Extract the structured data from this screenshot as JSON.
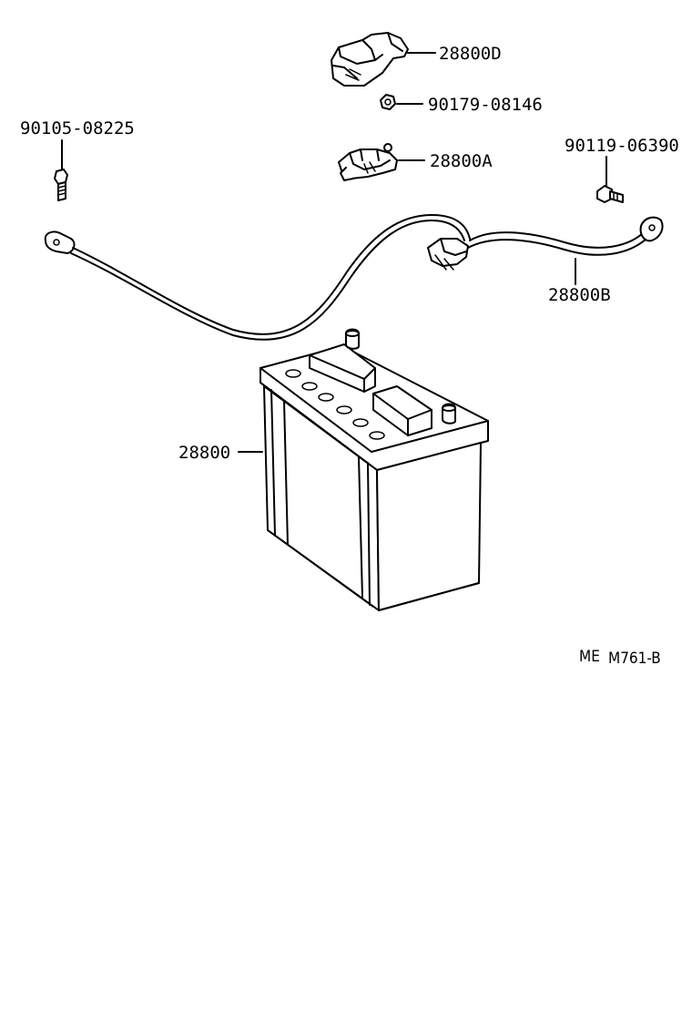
{
  "diagram": {
    "labels": {
      "cover": "28800D",
      "nut": "90179-08146",
      "bolt_left": "90105-08225",
      "clamp": "28800A",
      "bolt_right": "90119-06390",
      "cable": "28800B",
      "battery": "28800",
      "ref_prefix": "ME",
      "ref_code": "M761-B"
    },
    "icons": {
      "battery": "battery-icon",
      "cable": "battery-cable-icon",
      "cover": "terminal-cover-icon",
      "clamp": "terminal-clamp-icon",
      "bolt": "bolt-icon",
      "nut": "nut-icon"
    }
  }
}
